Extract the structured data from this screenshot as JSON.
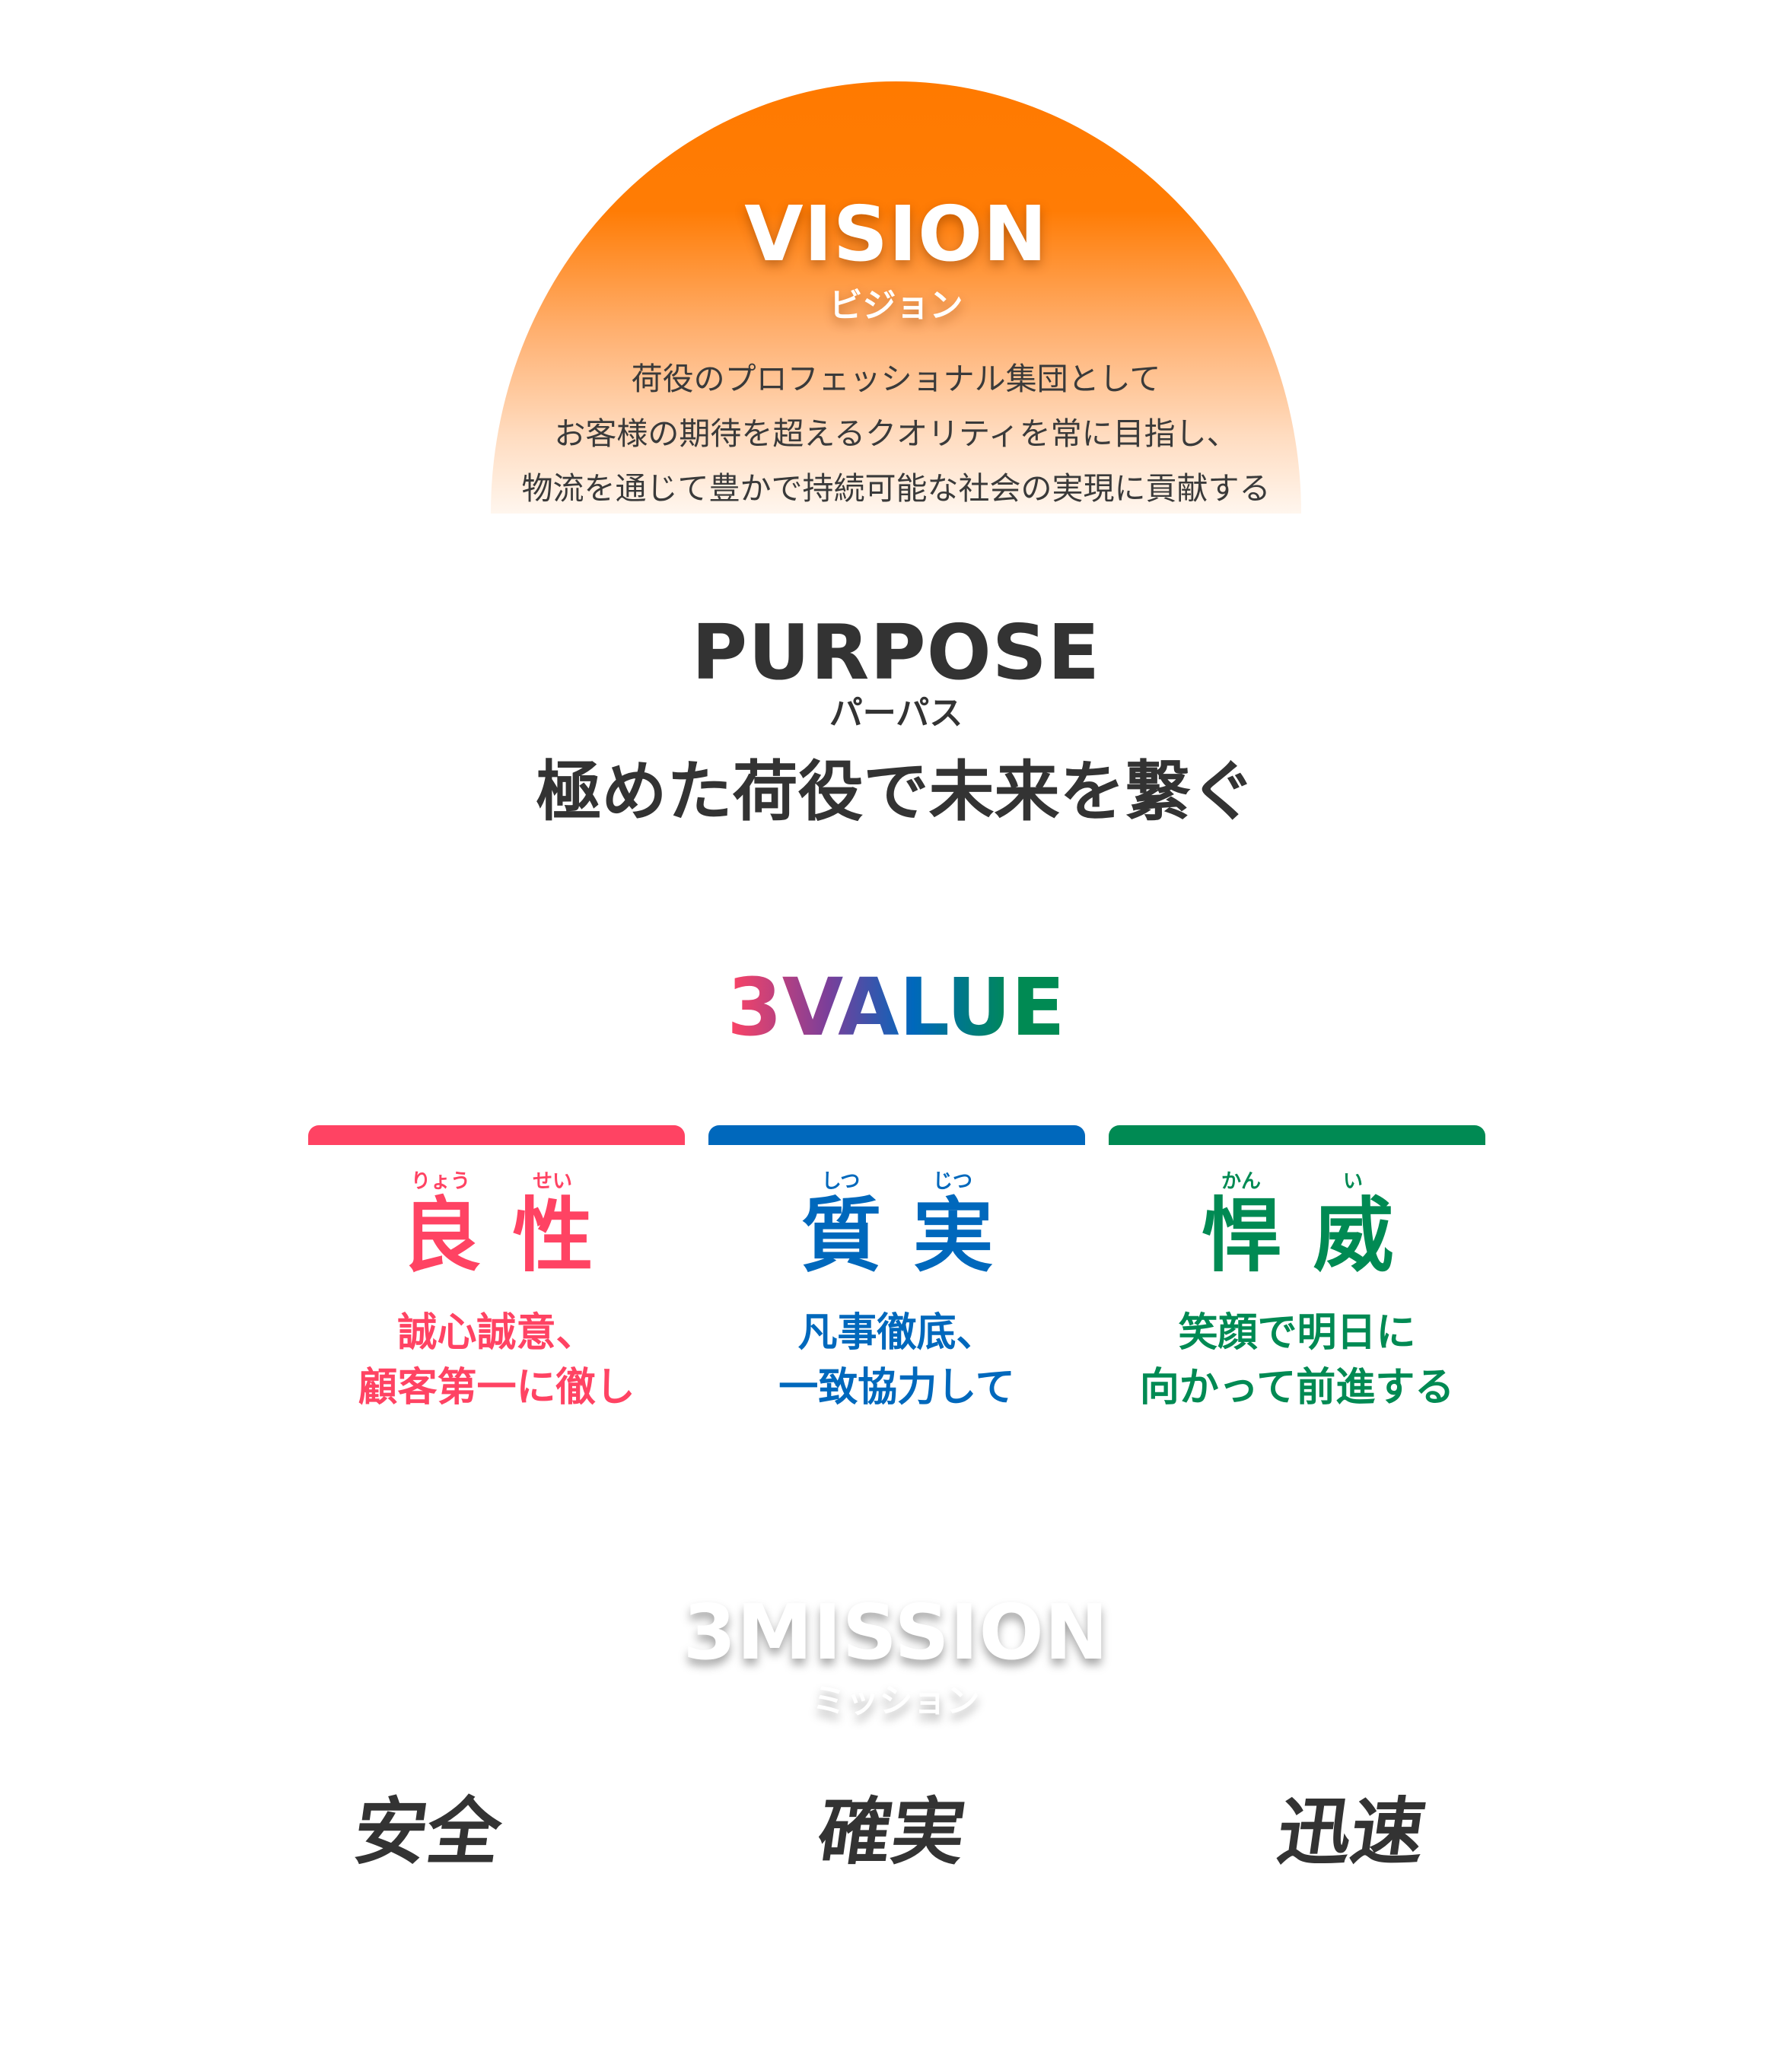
{
  "vision": {
    "title": "VISION",
    "subtitle": "ビジョン",
    "lines": [
      "荷役のプロフェッショナル集団として",
      "お客様の期待を超えるクオリティを常に目指し、",
      "物流を通じて豊かで持続可能な社会の実現に貢献する"
    ]
  },
  "purpose": {
    "title": "PURPOSE",
    "subtitle": "パーパス",
    "statement": "極めた荷役で未来を繋ぐ"
  },
  "value": {
    "title": "3VALUE",
    "items": [
      {
        "color": "#ff4363",
        "furigana": [
          "りょう",
          "せい"
        ],
        "kanji": [
          "良",
          "性"
        ],
        "lines": [
          "誠心誠意、",
          "顧客第一に徹し"
        ]
      },
      {
        "color": "#0068bc",
        "furigana": [
          "しつ",
          "じつ"
        ],
        "kanji": [
          "質",
          "実"
        ],
        "lines": [
          "凡事徹底、",
          "一致協力して"
        ]
      },
      {
        "color": "#008a53",
        "furigana": [
          "かん",
          "い"
        ],
        "kanji": [
          "悍",
          "威"
        ],
        "lines": [
          "笑顔で明日に",
          "向かって前進する"
        ]
      }
    ]
  },
  "mission": {
    "title": "3MISSION",
    "subtitle": "ミッション",
    "items": [
      "安全",
      "確実",
      "迅速"
    ]
  }
}
